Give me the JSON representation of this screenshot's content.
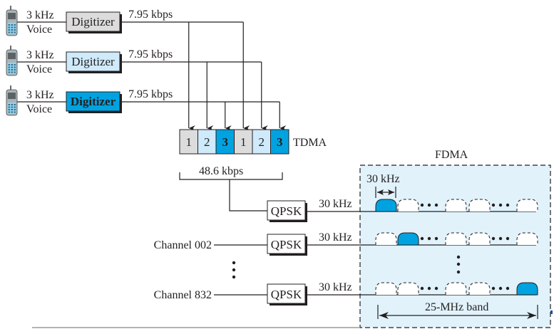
{
  "colors": {
    "gray_fill": "#dcdcdc",
    "light_blue_fill": "#cfeafa",
    "blue_fill": "#00a3e0",
    "fdma_bg": "#e1f2fb",
    "line": "#231f20",
    "white": "#ffffff"
  },
  "sources": [
    {
      "icon": "cell-phone-icon",
      "freq": "3 kHz",
      "type": "Voice",
      "digitizer": "Digitizer",
      "rate": "7.95 kbps",
      "style": "gray"
    },
    {
      "icon": "cell-phone-icon",
      "freq": "3 kHz",
      "type": "Voice",
      "digitizer": "Digitizer",
      "rate": "7.95 kbps",
      "style": "light"
    },
    {
      "icon": "cell-phone-icon",
      "freq": "3 kHz",
      "type": "Voice",
      "digitizer": "Digitizer",
      "rate": "7.95 kbps",
      "style": "blue"
    }
  ],
  "tdma": {
    "label": "TDMA",
    "slots": [
      {
        "text": "1",
        "style": "gray"
      },
      {
        "text": "2",
        "style": "light"
      },
      {
        "text": "3",
        "style": "blue"
      },
      {
        "text": "1",
        "style": "gray"
      },
      {
        "text": "2",
        "style": "light"
      },
      {
        "text": "3",
        "style": "blue"
      }
    ],
    "rate": "48.6 kbps"
  },
  "channels": [
    {
      "name": "",
      "modulator": "QPSK",
      "bandwidth": "30 kHz",
      "active_slot": 0
    },
    {
      "name": "Channel 002",
      "modulator": "QPSK",
      "bandwidth": "30 kHz",
      "active_slot": 1
    },
    {
      "name": "Channel 832",
      "modulator": "QPSK",
      "bandwidth": "30 kHz",
      "active_slot": 6
    }
  ],
  "fdma": {
    "label": "FDMA",
    "channel_width_label": "30 kHz",
    "band_label": "25-MHz band",
    "ellipsis": "•••",
    "vertical_ellipsis": "⋮"
  }
}
